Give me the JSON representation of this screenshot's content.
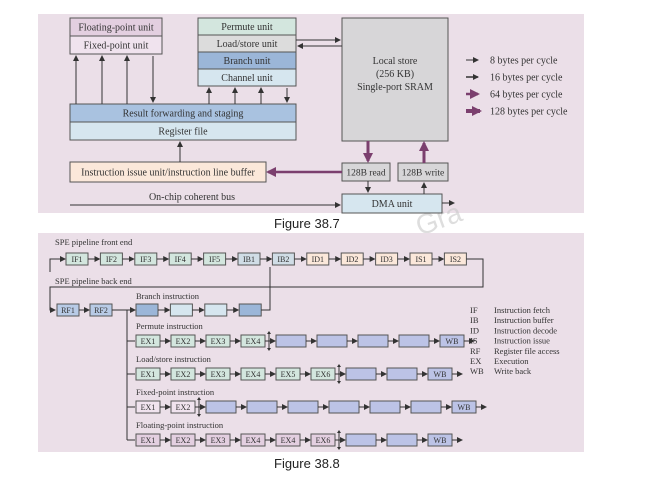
{
  "figure1": {
    "caption": "Figure 38.7",
    "units_left": [
      "Floating-point unit",
      "Fixed-point unit"
    ],
    "units_right": [
      "Permute unit",
      "Load/store unit",
      "Branch unit",
      "Channel unit"
    ],
    "result_forwarding": "Result forwarding and staging",
    "register_file": "Register file",
    "issue_unit": "Instruction issue unit/instruction line buffer",
    "bus_label": "On-chip coherent bus",
    "local_store": [
      "Local store",
      "(256 KB)",
      "Single-port SRAM"
    ],
    "read_box": "128B read",
    "write_box": "128B write",
    "dma": "DMA unit",
    "legend": [
      {
        "label": "8 bytes per cycle",
        "color": "#333333"
      },
      {
        "label": "16 bytes per cycle",
        "color": "#333333"
      },
      {
        "label": "64 bytes per cycle",
        "color": "#7b3f6e"
      },
      {
        "label": "128 bytes per cycle",
        "color": "#7b3f6e"
      }
    ],
    "colors": {
      "panel": "#ebdfe8",
      "fp_unit": "#e3cfe0",
      "fx_unit": "#f0e3ee",
      "permute": "#d3e6de",
      "loadstore": "#dcdcdc",
      "branch": "#9bb6d8",
      "channel": "#d6e6ef",
      "result": "#a9c2e0",
      "regfile": "#d6e6ef",
      "issue": "#fbe8da",
      "localstore": "#d7d6d8",
      "dma": "#d6e6ef",
      "purple": "#7b3f6e"
    }
  },
  "figure2": {
    "caption": "Figure 38.8",
    "front_title": "SPE pipeline front end",
    "back_title": "SPE pipeline back end",
    "front_stages": [
      "IF1",
      "IF2",
      "IF3",
      "IF4",
      "IF5",
      "IB1",
      "IB2",
      "ID1",
      "ID2",
      "ID3",
      "IS1",
      "IS2"
    ],
    "back_stages": [
      "RF1",
      "RF2"
    ],
    "rows": [
      {
        "title": "Branch instruction",
        "stages": [
          "",
          "",
          "",
          ""
        ]
      },
      {
        "title": "Permute instruction",
        "stages": [
          "EX1",
          "EX2",
          "EX3",
          "EX4",
          "",
          "",
          "",
          "",
          "WB"
        ]
      },
      {
        "title": "Load/store instruction",
        "stages": [
          "EX1",
          "EX2",
          "EX3",
          "EX4",
          "EX5",
          "EX6",
          "",
          "",
          "WB"
        ]
      },
      {
        "title": "Fixed-point instruction",
        "stages": [
          "EX1",
          "EX2",
          "",
          "",
          "",
          "",
          "",
          "",
          "WB"
        ]
      },
      {
        "title": "Floating-point instruction",
        "stages": [
          "EX1",
          "EX2",
          "EX3",
          "EX4",
          "EX4",
          "EX6",
          "",
          "",
          "WB"
        ]
      }
    ],
    "legend": [
      {
        "abbr": "IF",
        "text": "Instruction fetch"
      },
      {
        "abbr": "IB",
        "text": "Instruction buffer"
      },
      {
        "abbr": "ID",
        "text": "Instruction decode"
      },
      {
        "abbr": "IS",
        "text": "Instruction issue"
      },
      {
        "abbr": "RF",
        "text": "Register file access"
      },
      {
        "abbr": "EX",
        "text": "Execution"
      },
      {
        "abbr": "WB",
        "text": "Write back"
      }
    ],
    "colors": {
      "panel": "#ebdfe8",
      "if": "#d3e6de",
      "ib": "#d0dde6",
      "id": "#fbe8da",
      "rf": "#b8cbe6",
      "branch_dark": "#9bb6d8",
      "branch_light": "#d6e6ef",
      "permute": "#d3e6de",
      "loadstore": "#d3e6de",
      "fixed": "#f0e3ee",
      "float": "#e3cfe0",
      "pending": "#bcc3e6",
      "wb": "#bcc3e6"
    }
  },
  "watermark": "Gra"
}
